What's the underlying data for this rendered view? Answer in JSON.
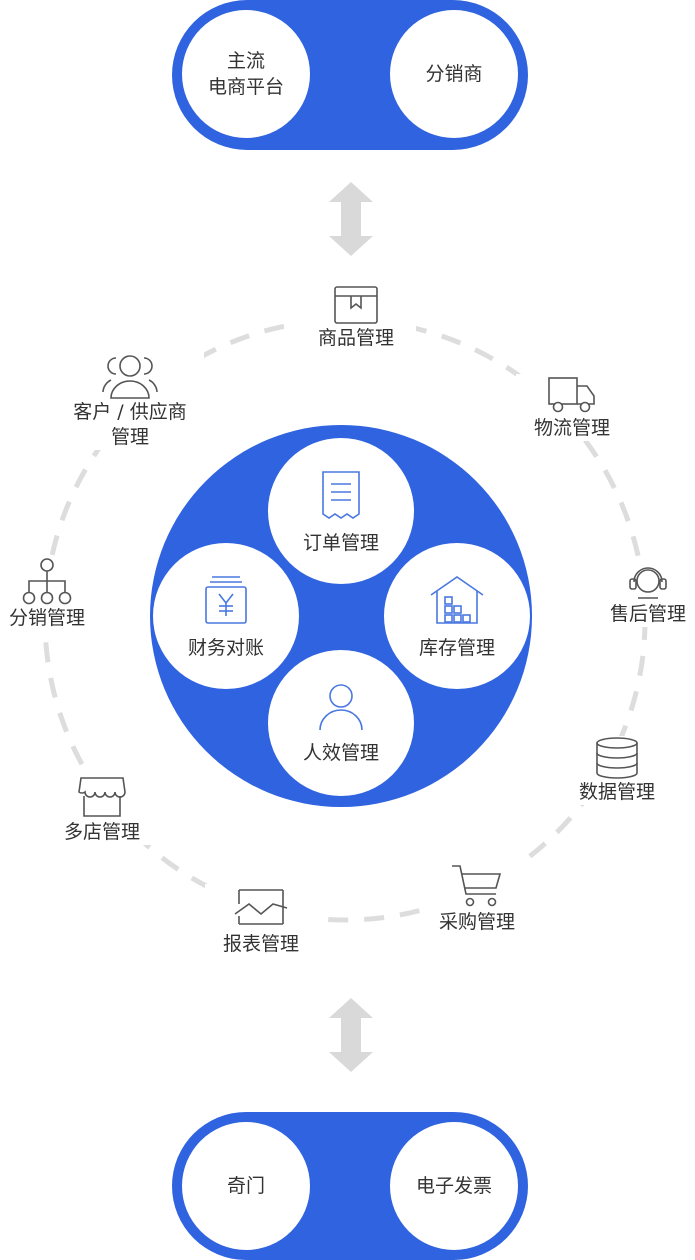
{
  "top_pill": {
    "left_label": "主流\n电商平台",
    "right_label": "分销商"
  },
  "bottom_pill": {
    "left_label": "奇门",
    "right_label": "电子发票"
  },
  "ring_modules": {
    "goods": "商品管理",
    "logistics": "物流管理",
    "aftersale": "售后管理",
    "data": "数据管理",
    "purchase": "采购管理",
    "report": "报表管理",
    "multistore": "多店管理",
    "distribution": "分销管理",
    "customer": "客户 / 供应商\n管理"
  },
  "core_modules": {
    "order": "订单管理",
    "inventory": "库存管理",
    "staff": "人效管理",
    "finance": "财务对账"
  },
  "colors": {
    "primary": "#2f63e0",
    "arrow": "#d9d9d9",
    "ring": "#dddddd",
    "icon_outline": "#555555",
    "icon_blue": "#4a78e0"
  }
}
